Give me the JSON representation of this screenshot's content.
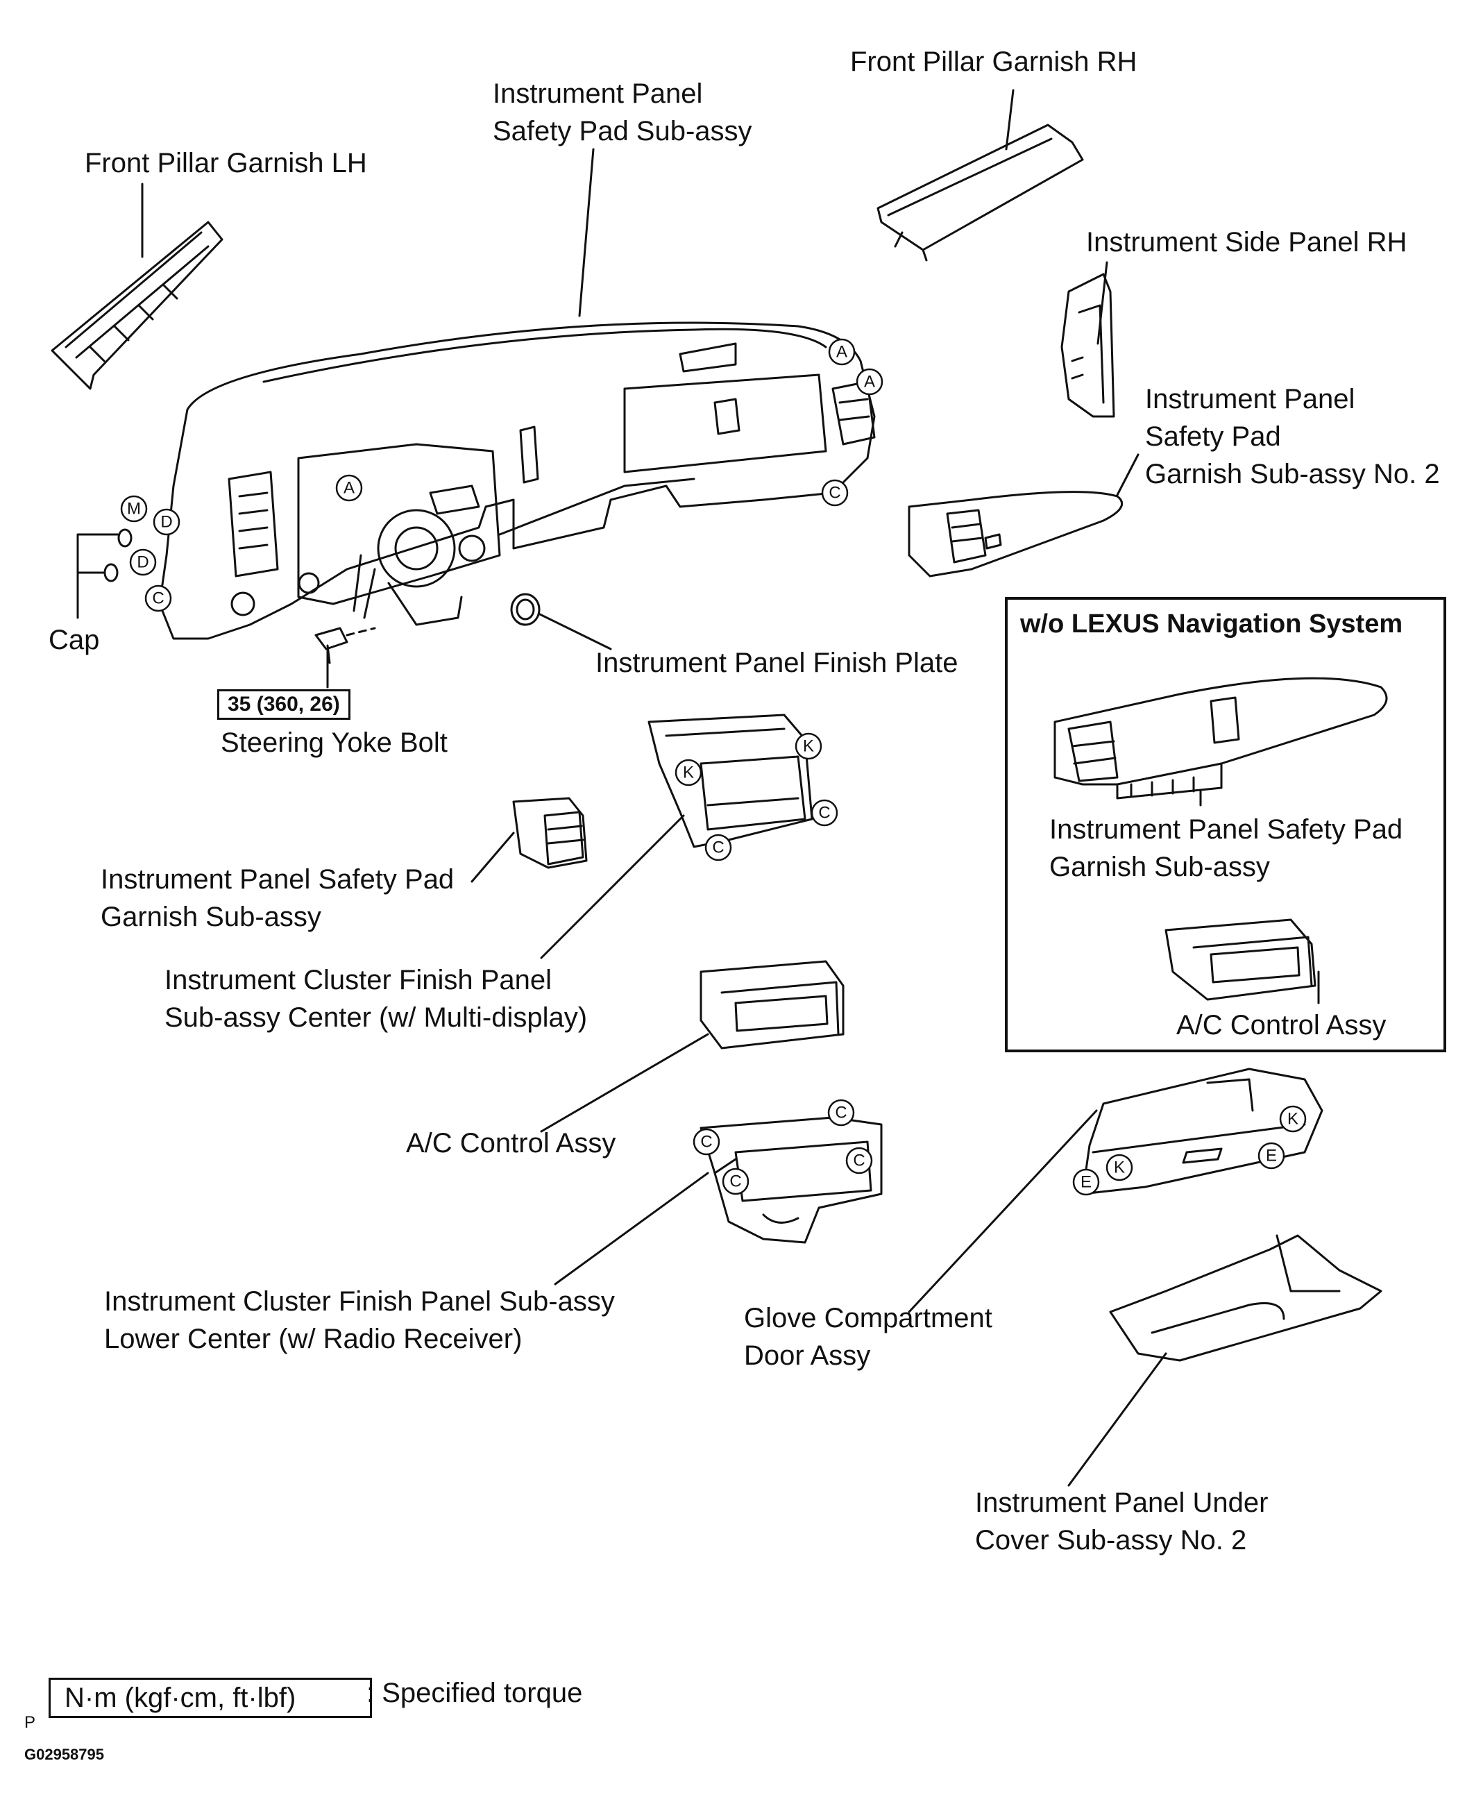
{
  "labels": {
    "front_pillar_garnish_rh": "Front Pillar Garnish RH",
    "instrument_panel_safety_pad_line1": "Instrument Panel",
    "instrument_panel_safety_pad_line2": "Safety  Pad  Sub-assy",
    "front_pillar_garnish_lh": "Front Pillar Garnish LH",
    "instrument_side_panel_rh": "Instrument Side Panel RH",
    "safety_pad_garnish_no2_line1": "Instrument Panel",
    "safety_pad_garnish_no2_line2": "Safety Pad",
    "safety_pad_garnish_no2_line3": "Garnish Sub-assy No. 2",
    "cap": "Cap",
    "finish_plate": "Instrument Panel Finish Plate",
    "steering_yoke_bolt": "Steering Yoke Bolt",
    "torque_value": "35 (360, 26)",
    "inset_title": "w/o LEXUS Navigation System",
    "inset_garnish_line1": "Instrument Panel Safety Pad",
    "inset_garnish_line2": "Garnish  Sub-assy",
    "inset_ac_control": "A/C Control Assy",
    "safety_pad_garnish_line1": "Instrument Panel Safety Pad",
    "safety_pad_garnish_line2": "Garnish  Sub-assy",
    "cluster_center_line1": "Instrument Cluster Finish Panel",
    "cluster_center_line2": "Sub-assy Center (w/ Multi-display)",
    "ac_control": "A/C Control Assy",
    "cluster_lower_line1": "Instrument Cluster Finish Panel Sub-assy",
    "cluster_lower_line2": "Lower Center (w/ Radio Receiver)",
    "glove_line1": "Glove Compartment",
    "glove_line2": "Door Assy",
    "under_cover_line1": "Instrument Panel Under",
    "under_cover_line2": "Cover Sub-assy No. 2"
  },
  "legend": {
    "unit": "N·m (kgf·cm, ft·lbf)",
    "meaning": ": Specified torque"
  },
  "footer": {
    "page_mark": "P",
    "figure_code": "G02958795"
  },
  "callouts": {
    "A": "A",
    "C": "C",
    "D": "D",
    "E": "E",
    "K": "K",
    "M": "M"
  }
}
